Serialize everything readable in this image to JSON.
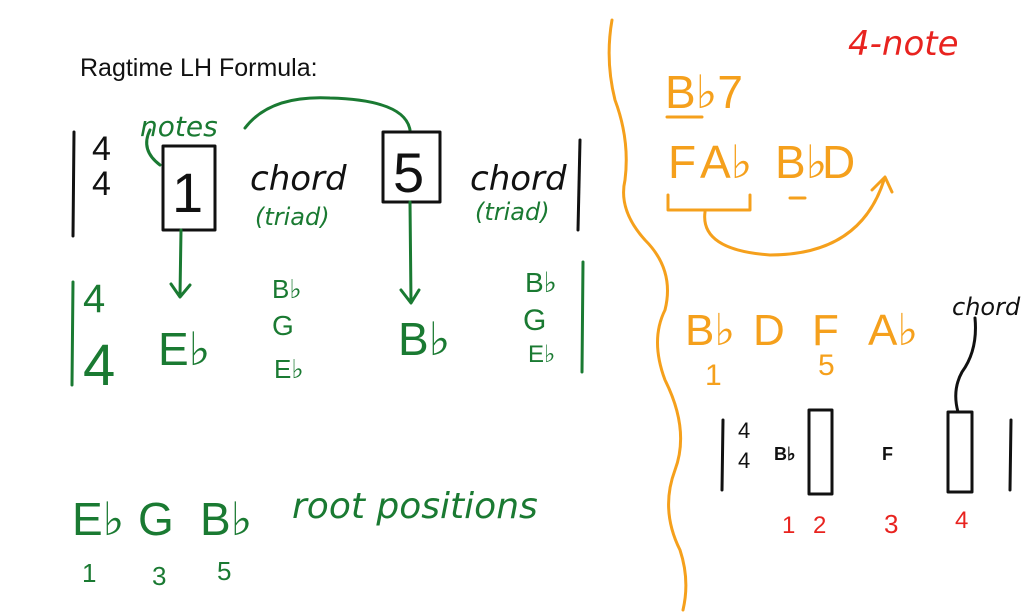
{
  "title": "Ragtime LH Formula:",
  "formula": {
    "time_top": "4",
    "time_bottom": "4",
    "notes_label": "notes",
    "box1": "1",
    "chord1": "chord",
    "triad1": "(triad)",
    "box5": "5",
    "chord2": "chord",
    "triad2": "(triad)"
  },
  "example": {
    "time_top": "4",
    "time_bottom": "4",
    "bass1": "E♭",
    "chord1": [
      "B♭",
      "G",
      "E♭"
    ],
    "bass2": "B♭",
    "chord2": [
      "B♭",
      "G",
      "E♭"
    ]
  },
  "root_position": {
    "notes": [
      "E♭",
      "G",
      "B♭"
    ],
    "label": "root positions",
    "degrees": [
      "1",
      "3",
      "5"
    ]
  },
  "right": {
    "four_note": "4-note",
    "chord_name": "B♭7",
    "spelling": [
      "F",
      "A♭",
      "B♭",
      "D"
    ],
    "reordered": [
      "B♭",
      "D",
      "F",
      "A♭"
    ],
    "reordered_degrees": [
      "1",
      "5"
    ],
    "chord_label": "chord",
    "staff": {
      "time_top": "4",
      "time_bottom": "4",
      "note1": "B♭",
      "note3": "F",
      "beats": [
        "1",
        "2",
        "3",
        "4"
      ]
    }
  },
  "colors": {
    "green": "#1a7a32",
    "orange": "#f5a01c",
    "red": "#e8231f",
    "black": "#111111"
  }
}
